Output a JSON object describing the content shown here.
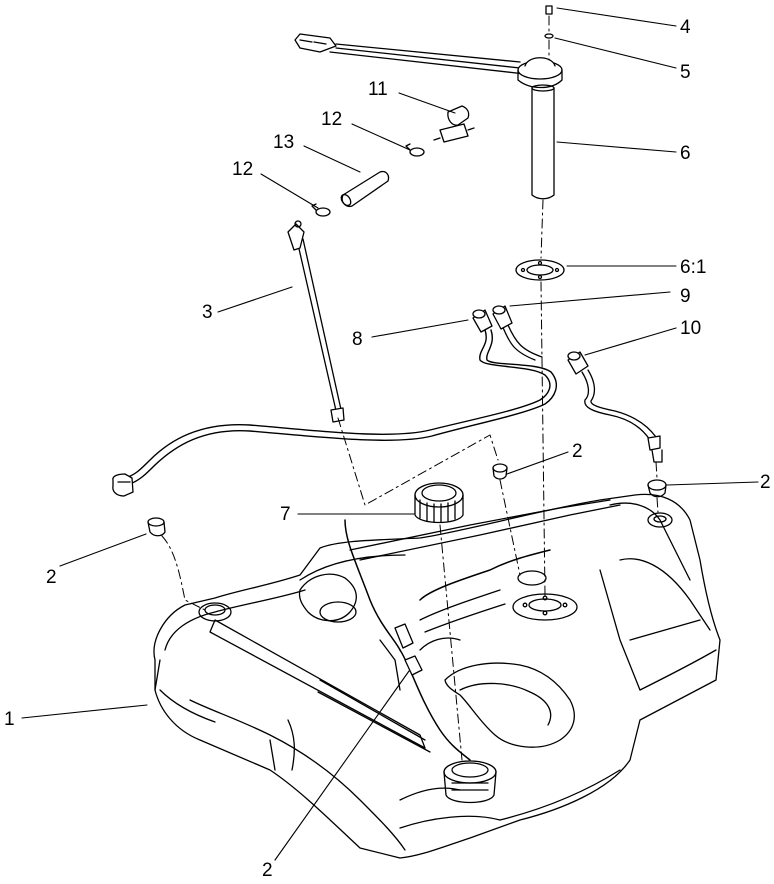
{
  "callouts": [
    {
      "id": "c4",
      "text": "4"
    },
    {
      "id": "c5",
      "text": "5"
    },
    {
      "id": "c6",
      "text": "6"
    },
    {
      "id": "c6_1",
      "text": "6:1"
    },
    {
      "id": "c11",
      "text": "11"
    },
    {
      "id": "c12a",
      "text": "12"
    },
    {
      "id": "c13",
      "text": "13"
    },
    {
      "id": "c12b",
      "text": "12"
    },
    {
      "id": "c3",
      "text": "3"
    },
    {
      "id": "c9",
      "text": "9"
    },
    {
      "id": "c8",
      "text": "8"
    },
    {
      "id": "c10",
      "text": "10"
    },
    {
      "id": "c2a",
      "text": "2"
    },
    {
      "id": "c2b",
      "text": "2"
    },
    {
      "id": "c7",
      "text": "7"
    },
    {
      "id": "c2c",
      "text": "2"
    },
    {
      "id": "c1",
      "text": "1"
    },
    {
      "id": "c2d",
      "text": "2"
    }
  ]
}
